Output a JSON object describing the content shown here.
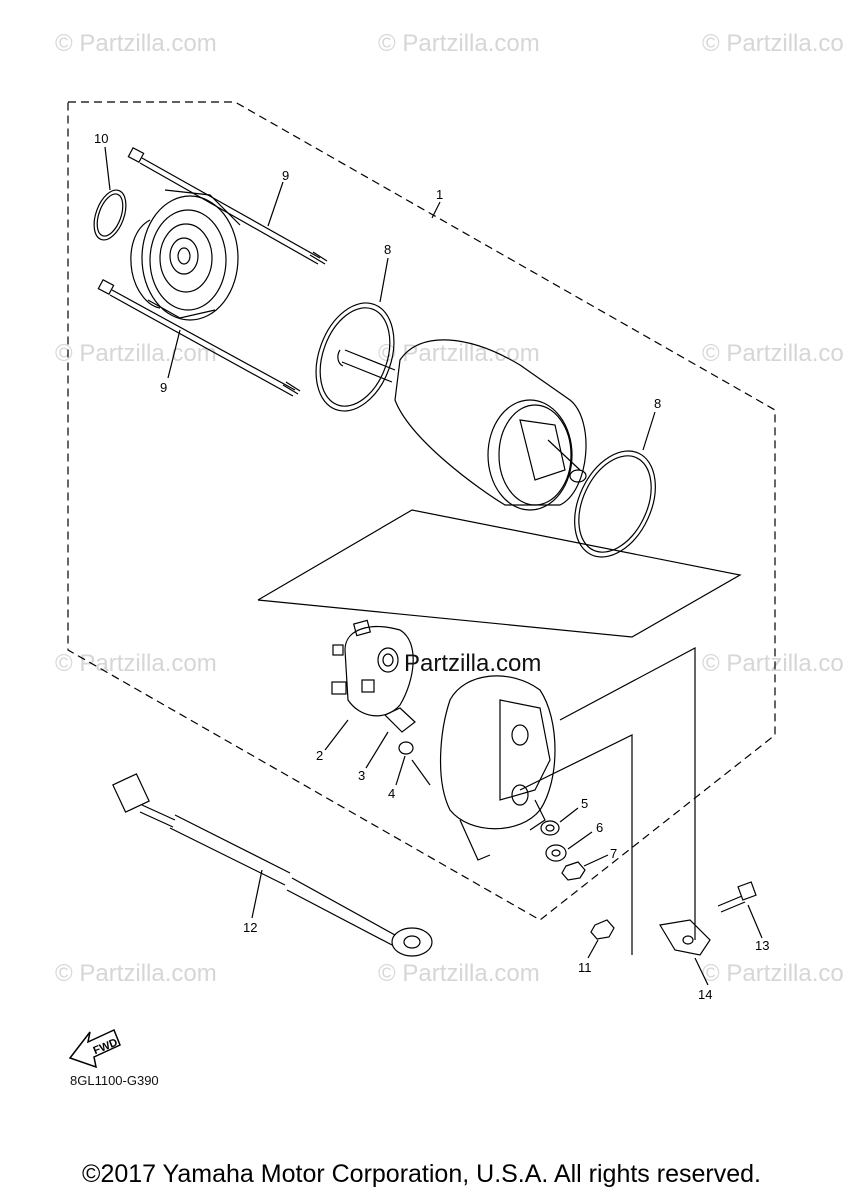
{
  "watermark": "© Partzilla.com",
  "center_watermark": "Partzilla.com",
  "diagram_code": "8GL1100-G390",
  "copyright": "©2017 Yamaha Motor Corporation, U.S.A. All rights reserved.",
  "fwd_label": "FWD",
  "callouts": [
    "1",
    "2",
    "3",
    "4",
    "5",
    "6",
    "7",
    "8",
    "8",
    "9",
    "9",
    "10",
    "11",
    "12",
    "13",
    "14"
  ]
}
